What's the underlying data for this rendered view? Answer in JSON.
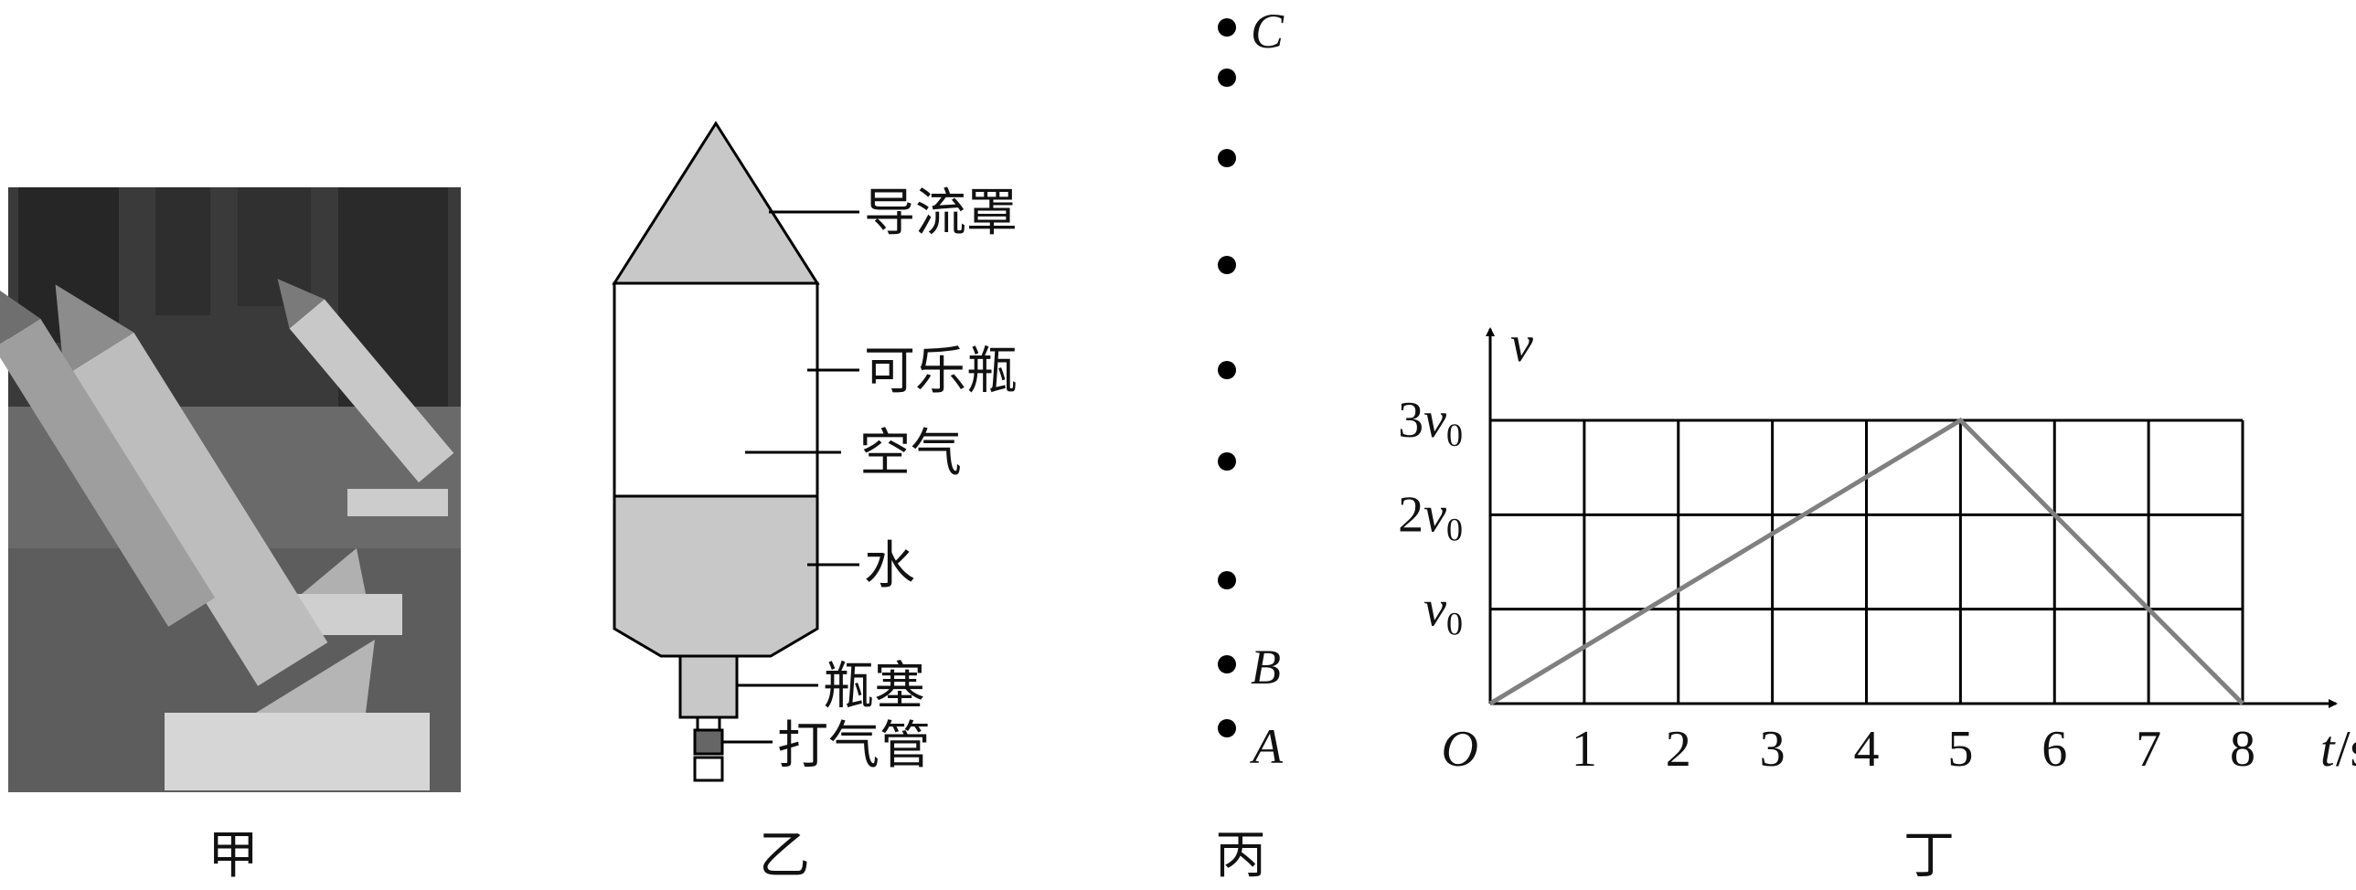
{
  "panel_labels": {
    "jia": "甲",
    "yi": "乙",
    "bing": "丙",
    "ding": "丁"
  },
  "rocket_labels": {
    "fairing": "导流罩",
    "bottle": "可乐瓶",
    "air": "空气",
    "water": "水",
    "stopper": "瓶塞",
    "pump_tube": "打气管"
  },
  "strobe": {
    "label_c": "C",
    "label_b": "B",
    "label_a": "A"
  },
  "graph": {
    "v_axis": "v",
    "t_axis_var": "t",
    "t_axis_unit": "/s",
    "origin": "O",
    "v_ticks": [
      {
        "coef": "3",
        "sym": "v",
        "sub": "0",
        "value": 3
      },
      {
        "coef": "2",
        "sym": "v",
        "sub": "0",
        "value": 2
      },
      {
        "coef": "",
        "sym": "v",
        "sub": "0",
        "value": 1
      }
    ],
    "t_ticks": [
      "1",
      "2",
      "3",
      "4",
      "5",
      "6",
      "7",
      "8"
    ],
    "colors": {
      "line": "#808080",
      "grid": "#000000"
    }
  },
  "chart_data": {
    "type": "line",
    "x": [
      0,
      5,
      8
    ],
    "series": [
      {
        "values": [
          0,
          3,
          0
        ]
      }
    ],
    "xlim": [
      0,
      8
    ],
    "ylim": [
      0,
      3
    ]
  }
}
